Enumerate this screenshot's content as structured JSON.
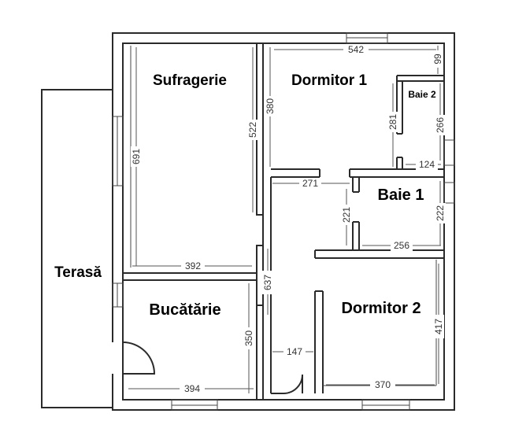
{
  "rooms": {
    "sufragerie": "Sufragerie",
    "dormitor1": "Dormitor 1",
    "baie2": "Baie 2",
    "baie1": "Baie 1",
    "terasa": "Terasă",
    "bucatarie": "Bucătărie",
    "dormitor2": "Dormitor 2"
  },
  "dimensions": {
    "d542": "542",
    "d99": "99",
    "d380": "380",
    "d522": "522",
    "d691": "691",
    "d281": "281",
    "d266": "266",
    "d124": "124",
    "d271": "271",
    "d221": "221",
    "d222": "222",
    "d256": "256",
    "d392": "392",
    "d637": "637",
    "d417": "417",
    "d350": "350",
    "d147": "147",
    "d394": "394",
    "d370": "370"
  }
}
